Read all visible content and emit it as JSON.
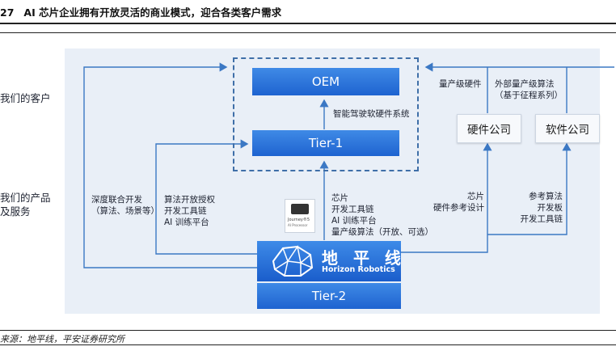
{
  "figure": {
    "number": "27",
    "title": "AI 芯片企业拥有开放灵活的商业模式，迎合各类客户需求",
    "source": "来源：地平线，平安证券研究所"
  },
  "side_labels": {
    "customers": "我们的客户",
    "products": "我们的产品\n及服务"
  },
  "boxes": {
    "oem": "OEM",
    "tier1": "Tier-1",
    "hardware_company": "硬件公司",
    "software_company": "软件公司",
    "tier2": "Tier-2"
  },
  "horizon": {
    "name_cn": "地 平 线",
    "name_en": "Horizon Robotics"
  },
  "chip": {
    "line1": "Journey®5",
    "line2": "AI Processor"
  },
  "annotations": {
    "smart_driving": "智能驾驶软硬件系统",
    "mass_hardware": "量产级硬件",
    "external_algo": "外部量产级算法\n（基于征程系列）",
    "deep_dev": "深度联合开发\n（算法、场景等）",
    "algo_license": "算法开放授权\n开发工具链\nAI 训练平台",
    "chip_services": "芯片\n开发工具链\nAI 训练平台\n量产级算法（开放、可选）",
    "chip_ref": "芯片\n硬件参考设计",
    "ref_algo": "参考算法\n开发板\n开发工具链"
  },
  "colors": {
    "accent_blue": "#2a6fd8",
    "arrow_blue": "#3b78c4",
    "panel_bg": "#e9eff7"
  }
}
